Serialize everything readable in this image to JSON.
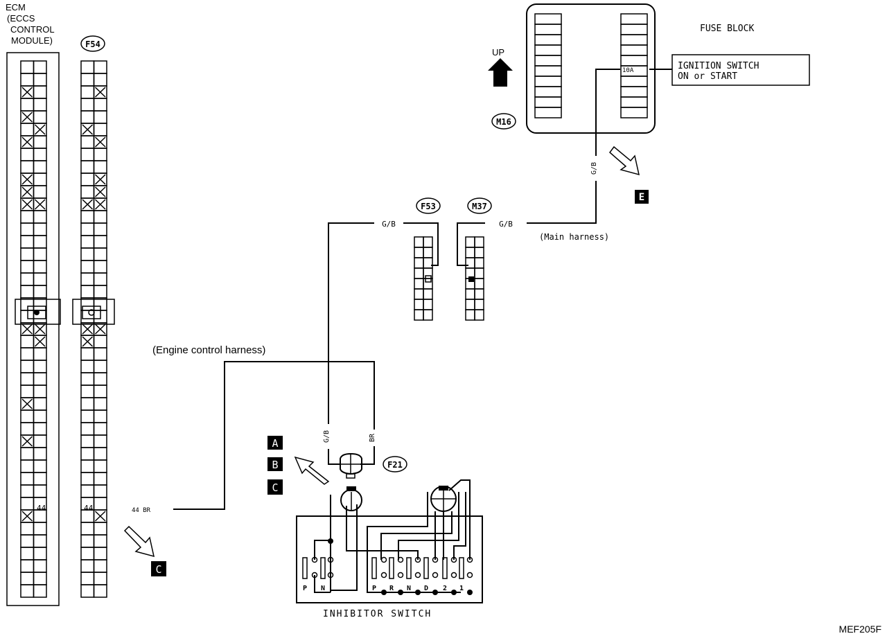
{
  "ecm": {
    "line1": "ECM",
    "line2": "(ECCS",
    "line3": "CONTROL",
    "line4": "MODULE)",
    "terminal": "44"
  },
  "connectors": {
    "f54": "F54",
    "f53": "F53",
    "m37": "M37",
    "m16": "M16",
    "f21": "F21"
  },
  "fuse_block": {
    "title": "FUSE BLOCK",
    "fuse": "10A",
    "up_label": "UP",
    "ignition_line1": "IGNITION SWITCH",
    "ignition_line2": "ON or START"
  },
  "wires": {
    "gb": "G/B",
    "br": "BR",
    "ecm_wire": "44 BR"
  },
  "harness": {
    "main": "(Main harness)",
    "engine": "(Engine control harness)"
  },
  "refs": {
    "a": "A",
    "b": "B",
    "c": "C",
    "e": "E"
  },
  "inhibitor": {
    "title": "INHIBITOR SWITCH",
    "positions": [
      "P",
      "N",
      "P",
      "R",
      "N",
      "D",
      "2",
      "1"
    ]
  },
  "figure_code": "MEF205F",
  "f54_terminal": "44"
}
